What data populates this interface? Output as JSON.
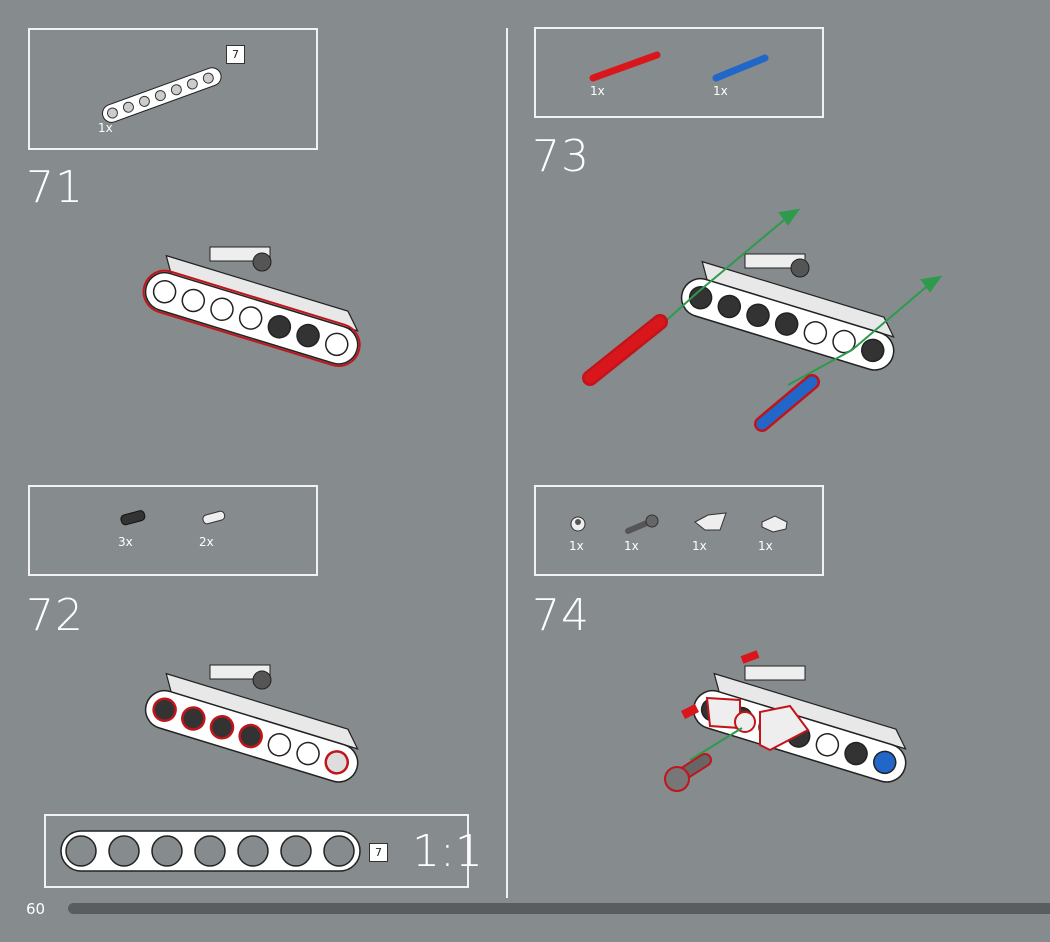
{
  "page_number": "60",
  "steps": [
    {
      "number": "71",
      "parts": [
        {
          "name": "beam-7",
          "qty": "1x",
          "length_label": "7"
        }
      ]
    },
    {
      "number": "72",
      "parts": [
        {
          "name": "black-friction-pin",
          "qty": "3x"
        },
        {
          "name": "white-pin",
          "qty": "2x"
        }
      ]
    },
    {
      "number": "73",
      "parts": [
        {
          "name": "red-axle",
          "qty": "1x"
        },
        {
          "name": "blue-axle",
          "qty": "1x"
        }
      ]
    },
    {
      "number": "74",
      "parts": [
        {
          "name": "round-bush",
          "qty": "1x"
        },
        {
          "name": "ball-joint-pin",
          "qty": "1x"
        },
        {
          "name": "wedge-tile",
          "qty": "1x"
        },
        {
          "name": "tile",
          "qty": "1x"
        }
      ]
    }
  ],
  "scale_reference": {
    "length_label": "7",
    "scale": "1:1"
  },
  "colors": {
    "background": "#868b8e",
    "highlight": "#c0151b",
    "arrow": "#2e9a4c",
    "red": "#d9161c",
    "blue": "#2166c9",
    "progress": "#5a5d60"
  },
  "progress": 0.06
}
